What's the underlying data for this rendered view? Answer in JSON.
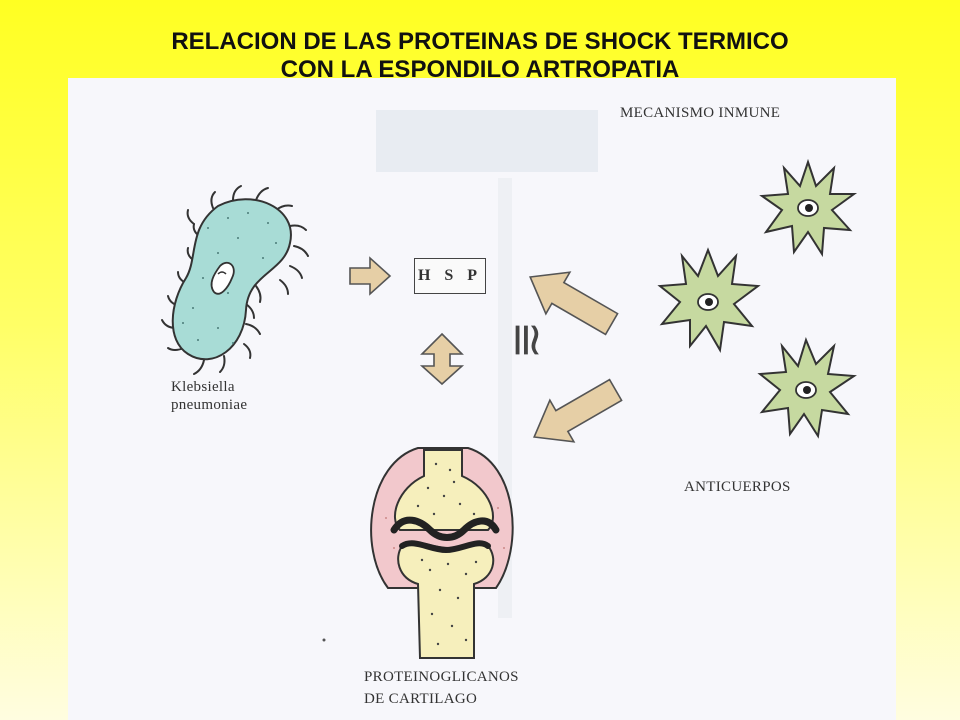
{
  "slide": {
    "title_line1": "RELACION DE LAS PROTEINAS DE SHOCK TERMICO",
    "title_line2": "CON LA ESPONDILO ARTROPATIA"
  },
  "diagram": {
    "mechanism_label": "MECANISMO INMUNE",
    "bacteria_label_line1": "Klebsiella",
    "bacteria_label_line2": "pneumoniae",
    "hsp_label": "H S P",
    "antibodies_label": "ANTICUERPOS",
    "cartilage_label_line1": "PROTEINOGLICANOS",
    "cartilage_label_line2": "DE CARTILAGO",
    "approx_symbol": "≅"
  },
  "colors": {
    "background_top": "#ffff22",
    "background_bottom": "#fffde0",
    "bacteria_fill": "#a8dcd6",
    "arrow_fill": "#e6cfa6",
    "cell_fill": "#c6d9a0",
    "bone_fill": "#f6efbc",
    "cartilage_fill": "#f2c8cc"
  }
}
